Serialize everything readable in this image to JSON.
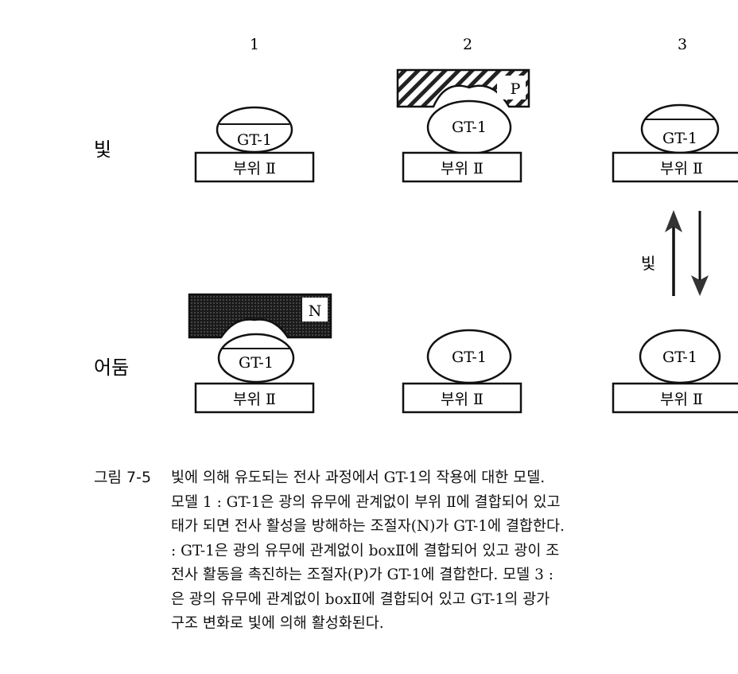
{
  "columns": [
    "1",
    "2",
    "3"
  ],
  "rows": {
    "light": "빛",
    "dark": "어둠"
  },
  "protein_label": "GT-1",
  "site_label": "부위 Ⅱ",
  "positive_regulator": "P",
  "negative_regulator": "N",
  "arrow_label": "빛",
  "caption": {
    "figure_number": "그림 7-5",
    "lines": [
      "빛에 의해 유도되는 전사 과정에서 GT-1의 작용에 대한 모델.",
      "모델 1 : GT-1은 광의 유무에 관계없이 부위 Ⅱ에 결합되어 있고",
      "태가 되면 전사 활성을 방해하는 조절자(N)가 GT-1에 결합한다.",
      ": GT-1은 광의 유무에 관계없이 boxⅡ에 결합되어 있고 광이 조",
      "전사 활동을 촉진하는 조절자(P)가 GT-1에 결합한다. 모델 3 :",
      "은 광의 유무에 관계없이 boxⅡ에 결합되어 있고 GT-1의 광가",
      "구조 변화로 빛에 의해 활성화된다."
    ]
  }
}
